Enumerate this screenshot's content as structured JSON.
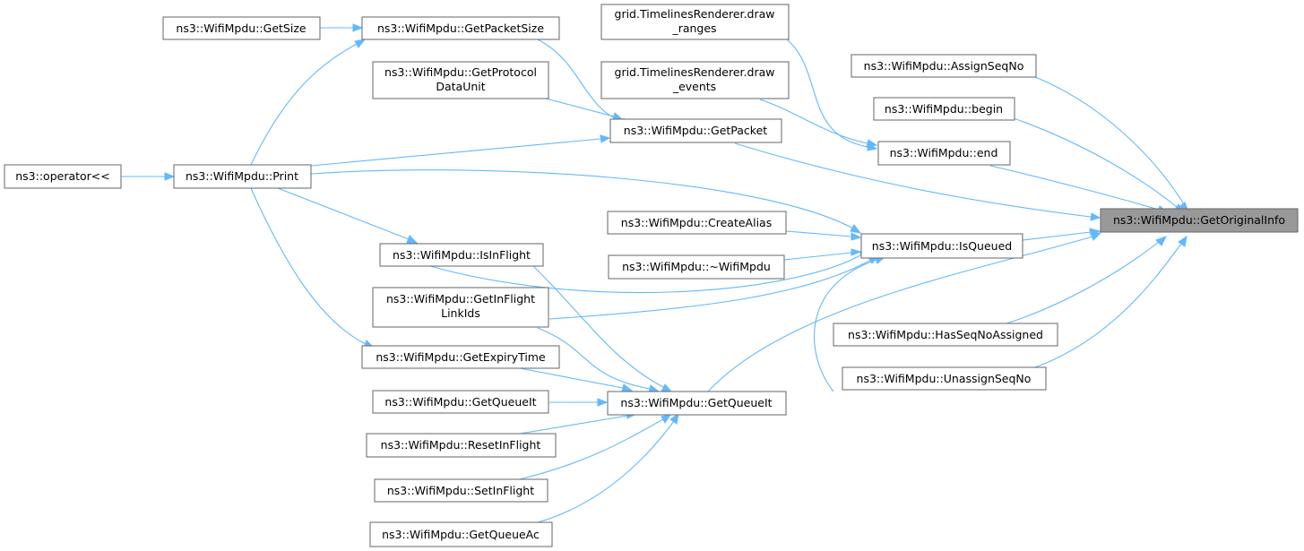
{
  "accent_color": "#63b8ff",
  "root_fill": "#999999",
  "nodes": {
    "getoriginalinfo": [
      "ns3::WifiMpdu::GetOriginalInfo"
    ],
    "assignseqno": [
      "ns3::WifiMpdu::AssignSeqNo"
    ],
    "begin": [
      "ns3::WifiMpdu::begin"
    ],
    "end": [
      "ns3::WifiMpdu::end"
    ],
    "getpacket": [
      "ns3::WifiMpdu::GetPacket"
    ],
    "isqueued": [
      "ns3::WifiMpdu::IsQueued"
    ],
    "getqueueit": [
      "ns3::WifiMpdu::GetQueueIt"
    ],
    "hasseqnoassigned": [
      "ns3::WifiMpdu::HasSeqNoAssigned"
    ],
    "unassignseqno": [
      "ns3::WifiMpdu::UnassignSeqNo"
    ],
    "draw-ranges": [
      "grid.TimelinesRenderer.draw",
      "_ranges"
    ],
    "draw-events": [
      "grid.TimelinesRenderer.draw",
      "_events"
    ],
    "getpacketsize": [
      "ns3::WifiMpdu::GetPacketSize"
    ],
    "getprotocoldataunit": [
      "ns3::WifiMpdu::GetProtocol",
      "DataUnit"
    ],
    "print": [
      "ns3::WifiMpdu::Print"
    ],
    "getsize": [
      "ns3::WifiMpdu::GetSize"
    ],
    "operator": [
      "ns3::operator<<"
    ],
    "createalias": [
      "ns3::WifiMpdu::CreateAlias"
    ],
    "destructor": [
      "ns3::WifiMpdu::~WifiMpdu"
    ],
    "isinflight": [
      "ns3::WifiMpdu::IsInFlight"
    ],
    "getinflightlinkids": [
      "ns3::WifiMpdu::GetInFlight",
      "LinkIds"
    ],
    "getexpirytime": [
      "ns3::WifiMpdu::GetExpiryTime"
    ],
    "getqueueit2": [
      "ns3::WifiMpdu::GetQueueIt"
    ],
    "resetinflight": [
      "ns3::WifiMpdu::ResetInFlight"
    ],
    "setinflight": [
      "ns3::WifiMpdu::SetInFlight"
    ],
    "getqueueac": [
      "ns3::WifiMpdu::GetQueueAc"
    ]
  },
  "edges": [
    [
      "assignseqno",
      "getoriginalinfo"
    ],
    [
      "begin",
      "getoriginalinfo"
    ],
    [
      "end",
      "getoriginalinfo"
    ],
    [
      "getpacket",
      "getoriginalinfo"
    ],
    [
      "isqueued",
      "getoriginalinfo"
    ],
    [
      "getqueueit",
      "getoriginalinfo"
    ],
    [
      "hasseqnoassigned",
      "getoriginalinfo"
    ],
    [
      "unassignseqno",
      "getoriginalinfo"
    ],
    [
      "draw-ranges",
      "end"
    ],
    [
      "draw-events",
      "end"
    ],
    [
      "getpacketsize",
      "getpacket"
    ],
    [
      "getprotocoldataunit",
      "getpacket"
    ],
    [
      "print",
      "getpacket"
    ],
    [
      "getsize",
      "getpacketsize"
    ],
    [
      "print",
      "getpacketsize"
    ],
    [
      "operator",
      "print"
    ],
    [
      "print",
      "isqueued"
    ],
    [
      "createalias",
      "isqueued"
    ],
    [
      "destructor",
      "isqueued"
    ],
    [
      "isinflight",
      "isqueued"
    ],
    [
      "getinflightlinkids",
      "isqueued"
    ],
    [
      "getqueueit",
      "isqueued"
    ],
    [
      "print",
      "isinflight"
    ],
    [
      "print",
      "getexpirytime"
    ],
    [
      "isinflight",
      "getqueueit"
    ],
    [
      "getinflightlinkids",
      "getqueueit"
    ],
    [
      "getexpirytime",
      "getqueueit"
    ],
    [
      "getqueueit2",
      "getqueueit"
    ],
    [
      "resetinflight",
      "getqueueit"
    ],
    [
      "setinflight",
      "getqueueit"
    ],
    [
      "getqueueac",
      "getqueueit"
    ]
  ]
}
